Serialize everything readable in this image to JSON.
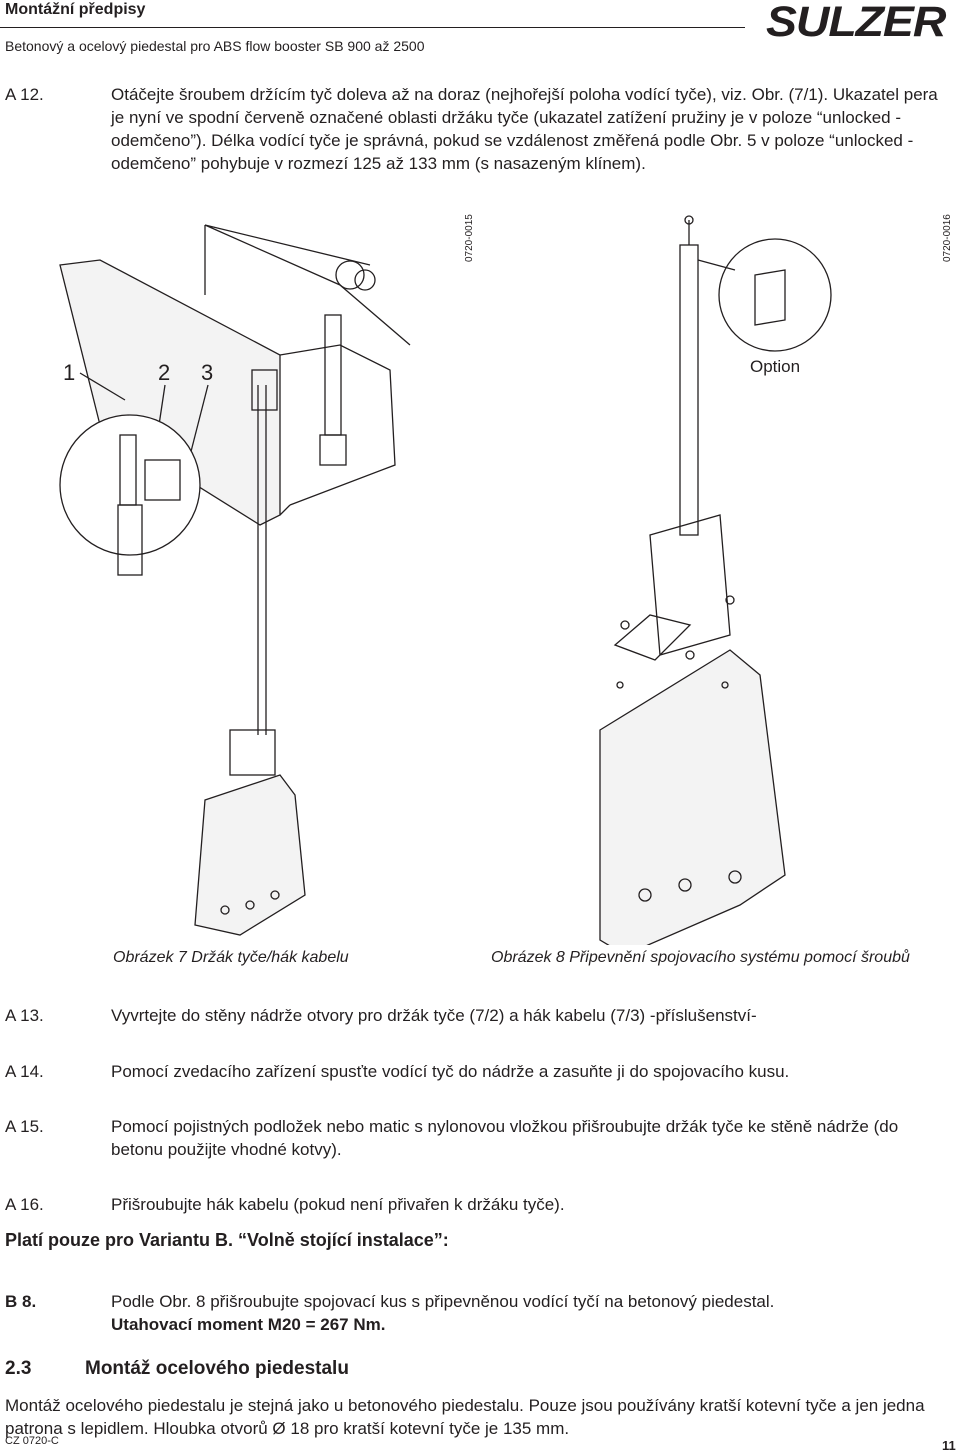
{
  "header": {
    "title": "Montážní předpisy",
    "subtitle": "Betonový a ocelový piedestal pro ABS flow booster SB 900 až 2500",
    "logo_text": "SULZER"
  },
  "steps": {
    "a12": {
      "num": "A 12.",
      "text": "Otáčejte šroubem držícím tyč doleva až na doraz (nejhořejší poloha vodící tyče), viz. Obr. (7/1). Ukazatel pera je nyní ve spodní červeně označené oblasti držáku tyče (ukazatel zatížení pružiny je v poloze “unlocked - odemčeno”). Délka vodící tyče je správná, pokud se vzdálenost změřená podle Obr. 5 v poloze “unlocked - odemčeno” pohybuje v rozmezí 125 až 133 mm (s nasazeným klínem)."
    },
    "a13": {
      "num": "A 13.",
      "text": "Vyvrtejte do stěny nádrže otvory pro držák tyče (7/2) a hák kabelu (7/3) -příslušenství-"
    },
    "a14": {
      "num": "A 14.",
      "text": "Pomocí zvedacího zařízení spusťte vodící tyč do nádrže a zasuňte ji do spojovacího kusu."
    },
    "a15": {
      "num": "A 15.",
      "text": "Pomocí pojistných podložek nebo matic s nylonovou vložkou přišroubujte držák tyče ke stěně nádrže (do betonu použijte vhodné kotvy)."
    },
    "a16": {
      "num": "A 16.",
      "text": "Přišroubujte hák kabelu (pokud není přivařen k držáku tyče)."
    },
    "variant_b": "Platí pouze pro Variantu B. “Volně stojící instalace”:",
    "b8": {
      "num": "B 8.",
      "text": "Podle Obr. 8 přišroubujte spojovací kus s připevněnou vodící tyčí  na betonový piedestal.",
      "torque": "Utahovací moment M20 = 267 Nm."
    }
  },
  "figures": {
    "fig7_code": "0720-0015",
    "fig8_code": "0720-0016",
    "callout_1": "1",
    "callout_2": "2",
    "callout_3": "3",
    "option_label": "Option",
    "fig7_caption": "Obrázek 7 Držák tyče/hák kabelu",
    "fig8_caption": "Obrázek 8 Připevnění spojovacího systému pomocí šroubů"
  },
  "section": {
    "number": "2.3",
    "title": "Montáž ocelového piedestalu",
    "text": "Montáž ocelového piedestalu je stejná jako u betonového piedestalu. Pouze jsou používány kratší kotevní tyče a jen jedna patrona s lepidlem. Hloubka otvorů Ø 18 pro kratší kotevní tyče je 135 mm."
  },
  "footer": {
    "code": "CZ 0720-C",
    "page": "11"
  }
}
